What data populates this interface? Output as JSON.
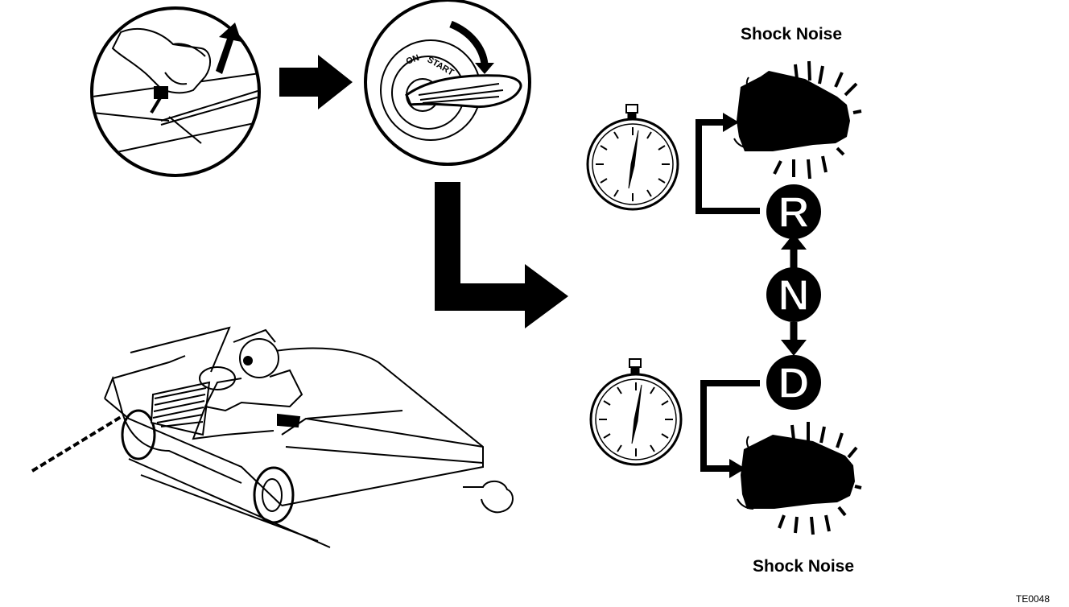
{
  "labels": {
    "top_noise": "Shock Noise",
    "bottom_noise": "Shock Noise",
    "figure_code": "TE0048"
  },
  "gears": {
    "reverse": "R",
    "neutral": "N",
    "drive": "D"
  },
  "ignition": {
    "on_text": "ON",
    "start_text": "START"
  },
  "icons": [
    "hand-lever-icon",
    "ignition-key-icon",
    "stopwatch-icon",
    "transmission-icon",
    "car-icon",
    "tow-chain-icon"
  ],
  "colors": {
    "ink": "#000000",
    "paper": "#ffffff"
  }
}
